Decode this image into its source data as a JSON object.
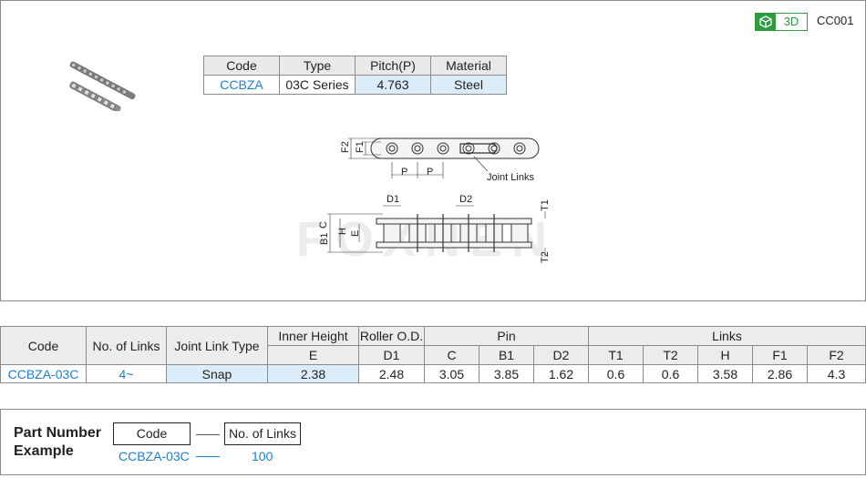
{
  "badge": {
    "label": "3D",
    "icon": "cube-icon",
    "color": "#2f9a3f"
  },
  "page_code": "CC001",
  "watermark": "FOXNEN",
  "spec": {
    "headers": [
      "Code",
      "Type",
      "Pitch(P)",
      "Material"
    ],
    "row": [
      "CCBZA",
      "03C Series",
      "4.763",
      "Steel"
    ]
  },
  "diagram_labels": {
    "f2": "F2",
    "f1": "F1",
    "p1": "P",
    "p2": "P",
    "joint": "Joint Links",
    "d1": "D1",
    "d2": "D2",
    "t1": "T1",
    "t2": "T2",
    "b1": "B1",
    "c": "C",
    "h": "H",
    "e": "E"
  },
  "dimension_table": {
    "group_headers": {
      "code": "Code",
      "links_count": "No. of Links",
      "joint_type": "Joint Link Type",
      "inner_height": "Inner Height",
      "roller_od": "Roller O.D.",
      "pin": "Pin",
      "links": "Links"
    },
    "sub_headers": [
      "E",
      "D1",
      "C",
      "B1",
      "D2",
      "T1",
      "T2",
      "H",
      "F1",
      "F2"
    ],
    "row": {
      "code": "CCBZA-03C",
      "links_count": "4~",
      "joint_type": "Snap",
      "values": [
        "2.38",
        "2.48",
        "3.05",
        "3.85",
        "1.62",
        "0.6",
        "0.6",
        "3.58",
        "2.86",
        "4.3"
      ]
    }
  },
  "part_number": {
    "title_line1": "Part Number",
    "title_line2": "Example",
    "box_code": "Code",
    "box_links": "No. of Links",
    "example_code": "CCBZA-03C",
    "example_links": "100"
  },
  "colors": {
    "link": "#1d7fcf",
    "highlight": "#dcedfa",
    "header": "#e9e9e9"
  }
}
